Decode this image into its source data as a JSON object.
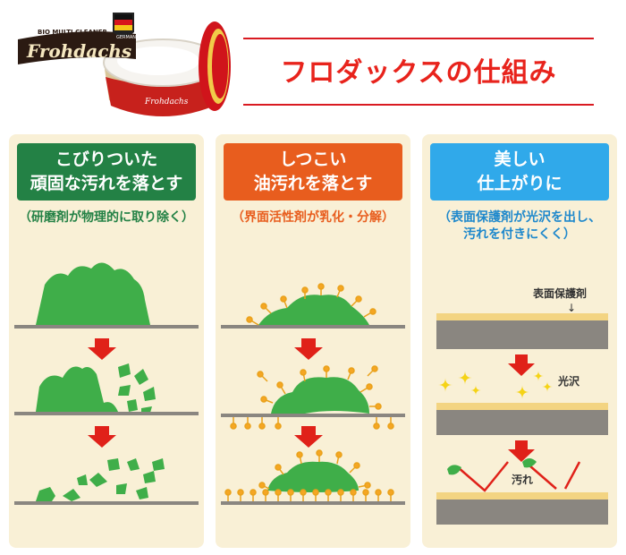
{
  "product": {
    "brand": "Frohdachs",
    "badge_top": "BIO MULTI CLEANER",
    "badge_country": "GERMANY",
    "lid_text": "Frohdachs"
  },
  "title": "フロダックスの仕組み",
  "columns": [
    {
      "head_line1": "こびりついた",
      "head_line2": "頑固な汚れを落とす",
      "sub_line1": "（研磨剤が物理的に取り除く）",
      "sub_line2": ""
    },
    {
      "head_line1": "しつこい",
      "head_line2": "油汚れを落とす",
      "sub_line1": "（界面活性剤が乳化・分解）",
      "sub_line2": ""
    },
    {
      "head_line1": "美しい",
      "head_line2": "仕上がりに",
      "sub_line1": "（表面保護剤が光沢を出し、",
      "sub_line2": "汚れを付きにくく）"
    }
  ],
  "labels": {
    "protectant": "表面保護剤",
    "protectant_arrow": "↓",
    "gloss": "光沢",
    "dirt": "汚れ"
  },
  "colors": {
    "red": "#e8231c",
    "green": "#238145",
    "orange": "#e85d1e",
    "blue": "#30a9ea",
    "dirt": "#3fae49",
    "ground": "#8a8680",
    "layer": "#f3d482",
    "yellow": "#f5d316"
  }
}
